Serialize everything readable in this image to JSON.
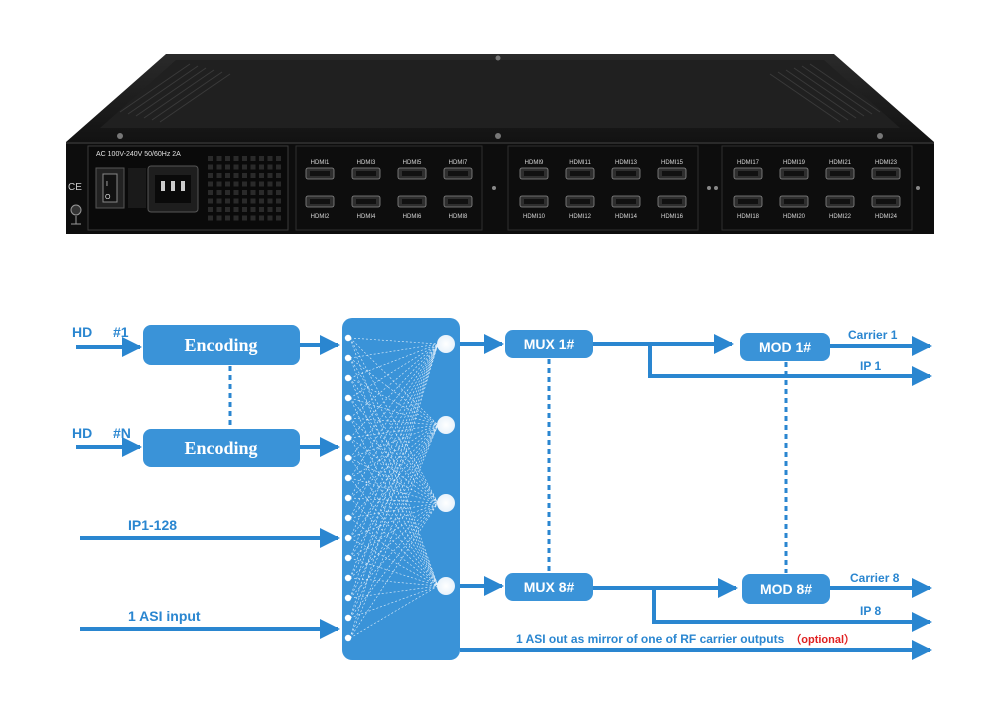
{
  "device": {
    "power_label": "AC 100V-240V 50/60Hz 2A",
    "ce_mark": "CE",
    "hdmi_groups": [
      {
        "top": [
          "HDMI1",
          "HDMI3",
          "HDMI5",
          "HDMI7"
        ],
        "bottom": [
          "HDMI2",
          "HDMI4",
          "HDMI6",
          "HDMI8"
        ]
      },
      {
        "top": [
          "HDMI9",
          "HDMI11",
          "HDMI13",
          "HDMI15"
        ],
        "bottom": [
          "HDMI10",
          "HDMI12",
          "HDMI14",
          "HDMI16"
        ]
      },
      {
        "top": [
          "HDMI17",
          "HDMI19",
          "HDMI21",
          "HDMI23"
        ],
        "bottom": [
          "HDMI18",
          "HDMI20",
          "HDMI22",
          "HDMI24"
        ]
      }
    ]
  },
  "diagram": {
    "inputs": {
      "hd1_prefix": "HD",
      "hd1_index": "#1",
      "hdn_prefix": "HD",
      "hdn_index": "#N",
      "ip": "IP1-128",
      "asi": "1 ASI input"
    },
    "encoding_box_1": "Encoding",
    "encoding_box_n": "Encoding",
    "mux_1": "MUX 1#",
    "mux_8": "MUX 8#",
    "mod_1": "MOD 1#",
    "mod_8": "MOD 8#",
    "outputs": {
      "carrier_1": "Carrier 1",
      "ip_1": "IP 1",
      "carrier_8": "Carrier 8",
      "ip_8": "IP 8",
      "asi_out": "1 ASI out as mirror of one of RF carrier outputs",
      "asi_optional": "（optional）"
    },
    "colors": {
      "accent": "#2a86d0",
      "box_fill": "#3a93d8",
      "optional": "#e02020"
    }
  }
}
